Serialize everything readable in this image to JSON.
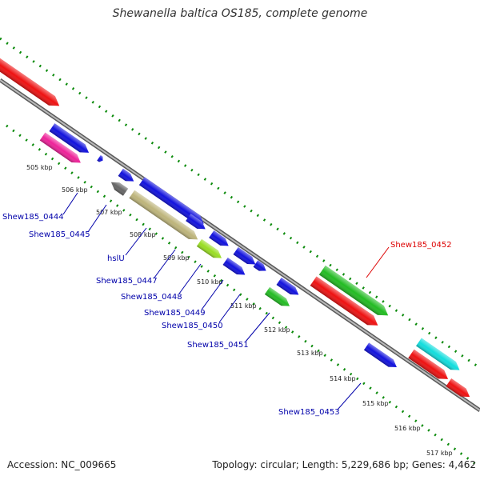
{
  "title": "Shewanella baltica OS185, complete genome",
  "footer": {
    "accession": "Accession: NC_009665",
    "summary": "Topology: circular; Length: 5,229,686 bp; Genes: 4,462"
  },
  "colors": {
    "backbone": "#8a8a8a",
    "tick_dots": "#0a8a0a",
    "label_default": "#0000aa",
    "label_highlight": "#dd0000"
  },
  "ticks": [
    "505 kbp",
    "506 kbp",
    "507 kbp",
    "508 kbp",
    "509 kbp",
    "510 kbp",
    "511 kbp",
    "512 kbp",
    "513 kbp",
    "514 kbp",
    "515 kbp",
    "516 kbp",
    "517 kbp"
  ],
  "gene_labels": [
    {
      "text": "Shew185_0444",
      "color": "#0000aa"
    },
    {
      "text": "Shew185_0445",
      "color": "#0000aa"
    },
    {
      "text": "hslU",
      "color": "#0000aa"
    },
    {
      "text": "Shew185_0447",
      "color": "#0000aa"
    },
    {
      "text": "Shew185_0448",
      "color": "#0000aa"
    },
    {
      "text": "Shew185_0449",
      "color": "#0000aa"
    },
    {
      "text": "Shew185_0450",
      "color": "#0000aa"
    },
    {
      "text": "Shew185_0451",
      "color": "#0000aa"
    },
    {
      "text": "Shew185_0452",
      "color": "#dd0000"
    },
    {
      "text": "Shew185_0453",
      "color": "#0000aa"
    }
  ],
  "features": [
    {
      "color": "#ee1111"
    },
    {
      "color": "#1111dd"
    },
    {
      "color": "#ee2299"
    },
    {
      "color": "#1111dd"
    },
    {
      "color": "#1111dd"
    },
    {
      "color": "#666666"
    },
    {
      "color": "#1111dd"
    },
    {
      "color": "#bdb47a"
    },
    {
      "color": "#1111dd"
    },
    {
      "color": "#1111dd"
    },
    {
      "color": "#99dd22"
    },
    {
      "color": "#1111dd"
    },
    {
      "color": "#1111dd"
    },
    {
      "color": "#1111dd"
    },
    {
      "color": "#1111dd"
    },
    {
      "color": "#22bb22"
    },
    {
      "color": "#22bb22"
    },
    {
      "color": "#ee1111"
    },
    {
      "color": "#1111dd"
    },
    {
      "color": "#11dddd"
    },
    {
      "color": "#ee1111"
    },
    {
      "color": "#ee1111"
    }
  ]
}
